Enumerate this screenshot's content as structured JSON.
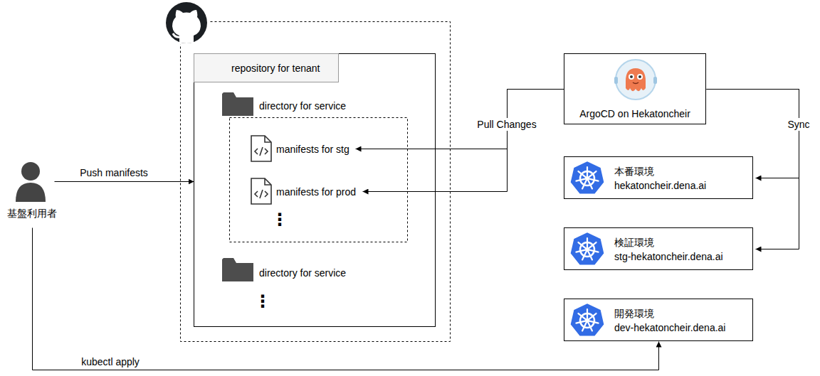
{
  "diagram": {
    "nodes": [
      {
        "text": [
          "基盤利用者"
        ]
      },
      {
        "text": [
          "repository for tenant"
        ]
      },
      {
        "text": [
          "directory for service"
        ],
        "in": 1
      },
      {
        "text": [
          "manifests for stg"
        ],
        "in": 1
      },
      {
        "text": [
          "manifests for prod"
        ],
        "in": 1
      },
      {
        "text": [
          "directory for service"
        ],
        "in": 1
      },
      {
        "text": [
          "ArgoCD on Hekatoncheir"
        ]
      },
      {
        "text": [
          "本番環境",
          "hekatoncheir.dena.ai"
        ]
      },
      {
        "text": [
          "検証環境",
          "stg-hekatoncheir.dena.ai"
        ]
      },
      {
        "text": [
          "開発環境",
          "dev-hekatoncheir.dena.ai"
        ]
      }
    ],
    "edges": [
      {
        "from": 0,
        "to": 1,
        "label": "Push manifests",
        "arrow": "to"
      },
      {
        "from": 0,
        "to": 9,
        "label": "kubectl apply",
        "arrow": "to"
      },
      {
        "from": 6,
        "to": 3,
        "label": "Pull Changes",
        "arrow": "to"
      },
      {
        "from": 6,
        "to": 4,
        "arrow": "to"
      },
      {
        "from": 6,
        "to": 7,
        "label": "Sync",
        "arrow": "to"
      },
      {
        "from": 6,
        "to": 8,
        "arrow": "to"
      }
    ],
    "labels": [
      "⋮",
      "⋮"
    ]
  }
}
